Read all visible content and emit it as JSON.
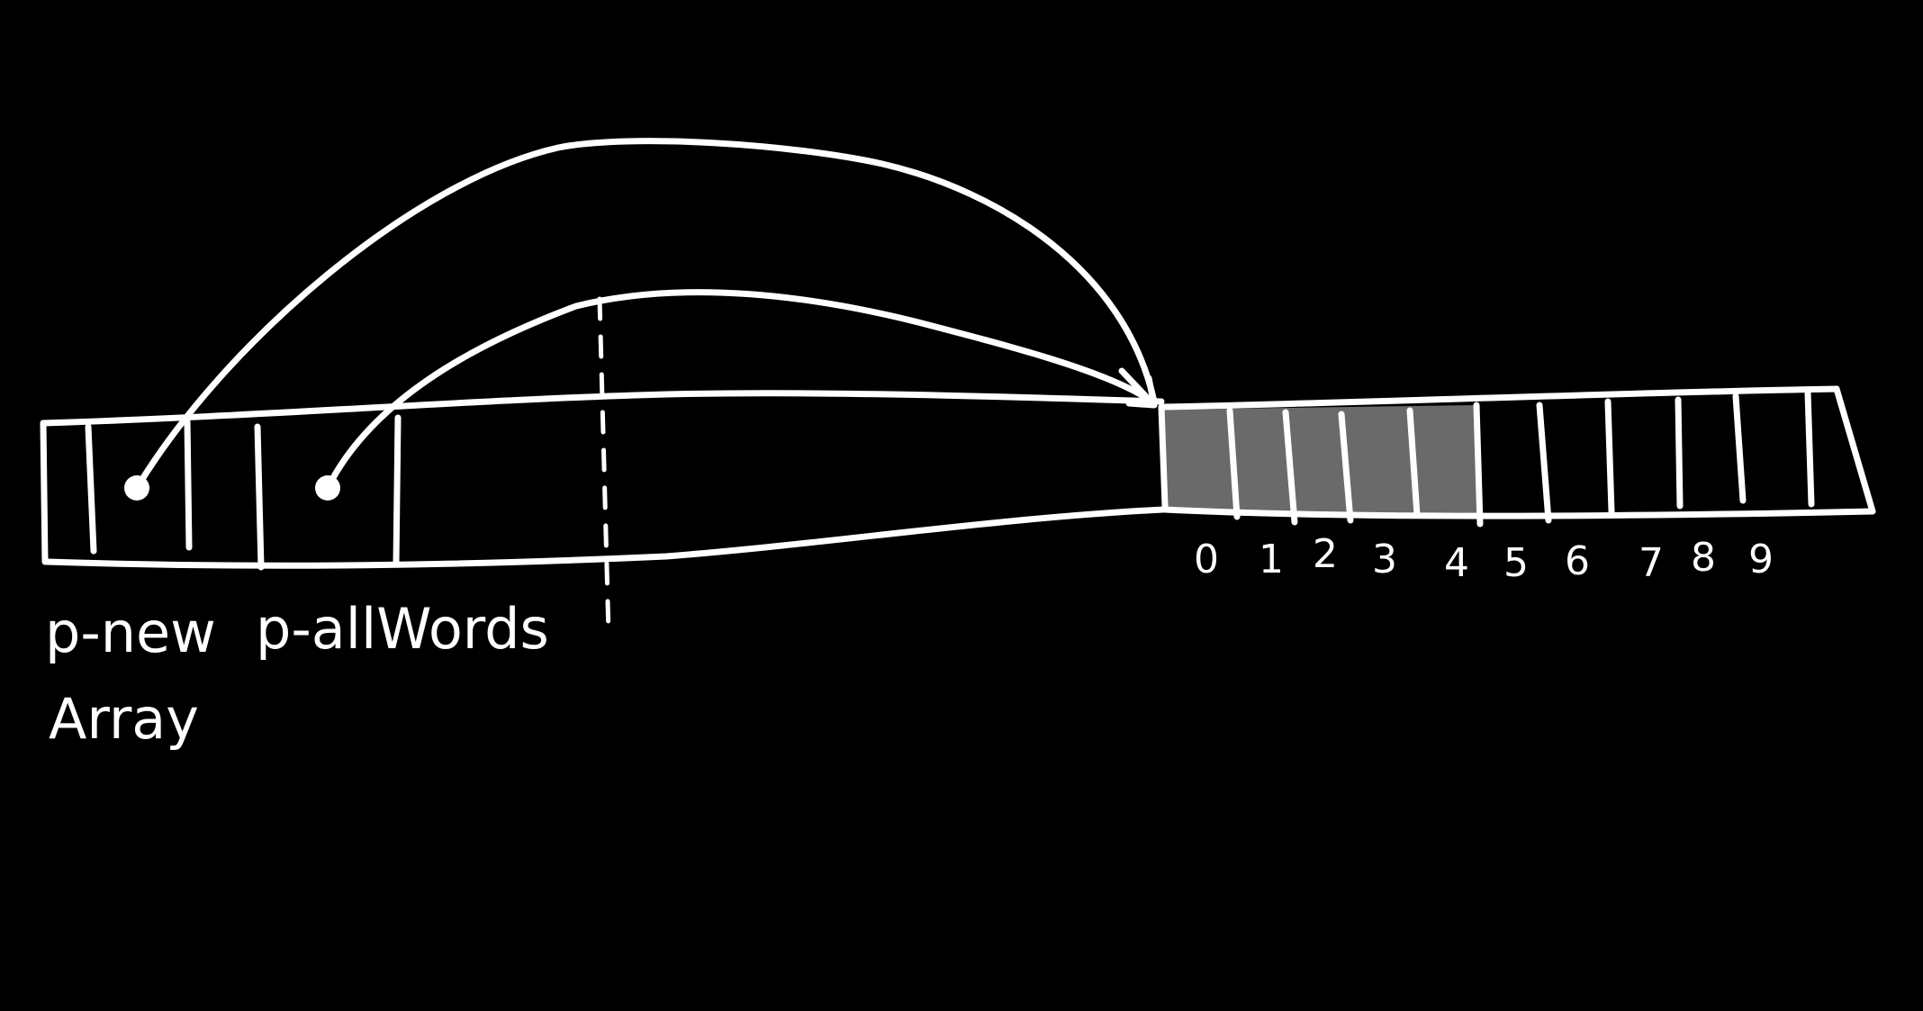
{
  "colors": {
    "background": "#000000",
    "ink": "#ffffff",
    "shaded": "#6a6a6a"
  },
  "pointers": [
    {
      "name": "p_newArray",
      "line1": "p-new",
      "line2": "Array"
    },
    {
      "name": "p_allWords",
      "line1": "p-allWords"
    }
  ],
  "array": {
    "indices": [
      "0",
      "1",
      "2",
      "3",
      "4",
      "5",
      "6",
      "7",
      "8",
      "9"
    ],
    "shaded_count": 5
  }
}
